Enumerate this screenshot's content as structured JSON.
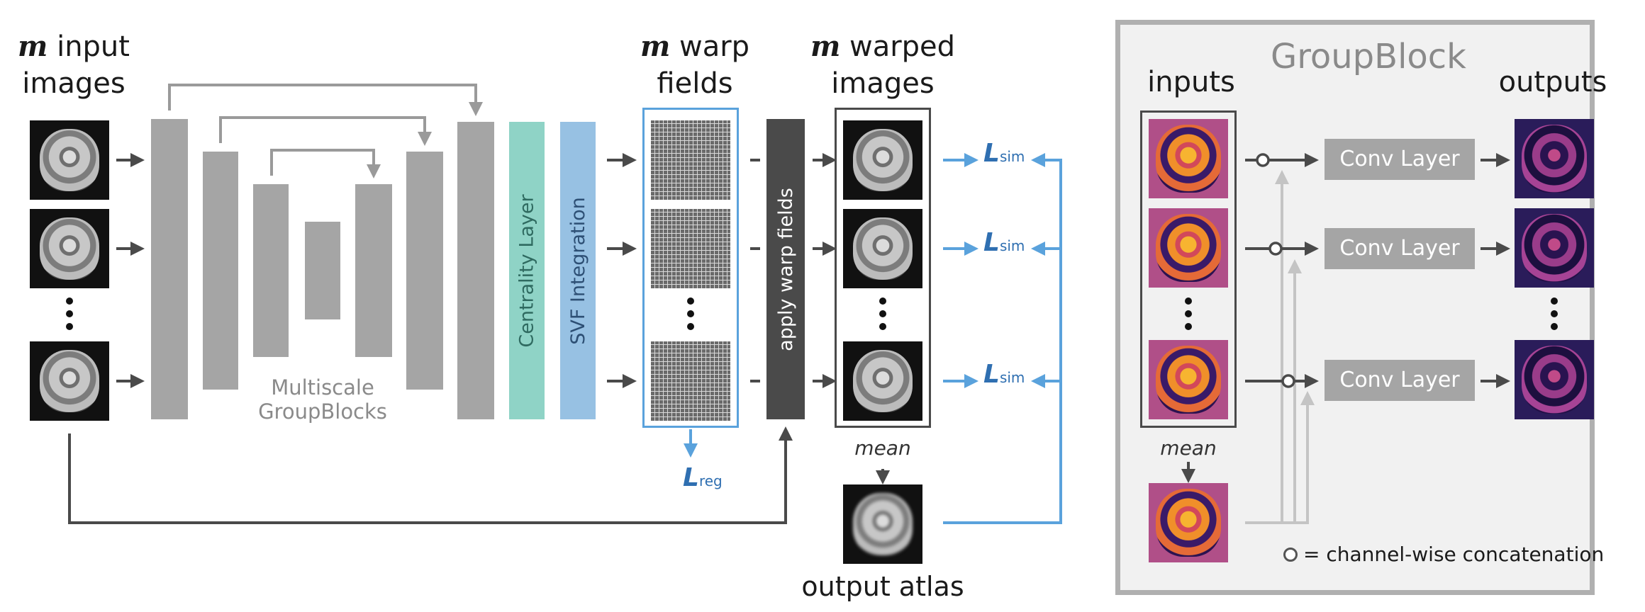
{
  "headers": {
    "inputs": {
      "var": "m",
      "rest": " input",
      "line2": "images"
    },
    "warp": {
      "var": "m",
      "rest": " warp",
      "line2": "fields"
    },
    "warped": {
      "var": "m",
      "rest": " warped",
      "line2": "images"
    }
  },
  "labels": {
    "multiscale_line1": "Multiscale",
    "multiscale_line2": "GroupBlocks",
    "centrality": "Centrality Layer",
    "svf": "SVF Integration",
    "apply": "apply warp fields",
    "mean": "mean",
    "output_atlas": "output atlas"
  },
  "losses": {
    "sim": {
      "symbol": "L",
      "sub": "sim"
    },
    "reg": {
      "symbol": "L",
      "sub": "reg"
    }
  },
  "groupblock": {
    "title": "GroupBlock",
    "inputs": "inputs",
    "outputs": "outputs",
    "conv": [
      "Conv Layer",
      "Conv Layer",
      "Conv Layer"
    ],
    "mean": "mean",
    "legend": "= channel-wise concatenation"
  },
  "colors": {
    "block_gray": "#a5a5a5",
    "centrality_teal": "#8fd3c6",
    "svf_blue": "#97c1e3",
    "apply_dark": "#4a4a4a",
    "loss_blue": "#2f6fb1",
    "arrow_blue": "#5aa2dc",
    "arrow_dark": "#4a4a4a",
    "skip_gray": "#9a9a9a"
  }
}
